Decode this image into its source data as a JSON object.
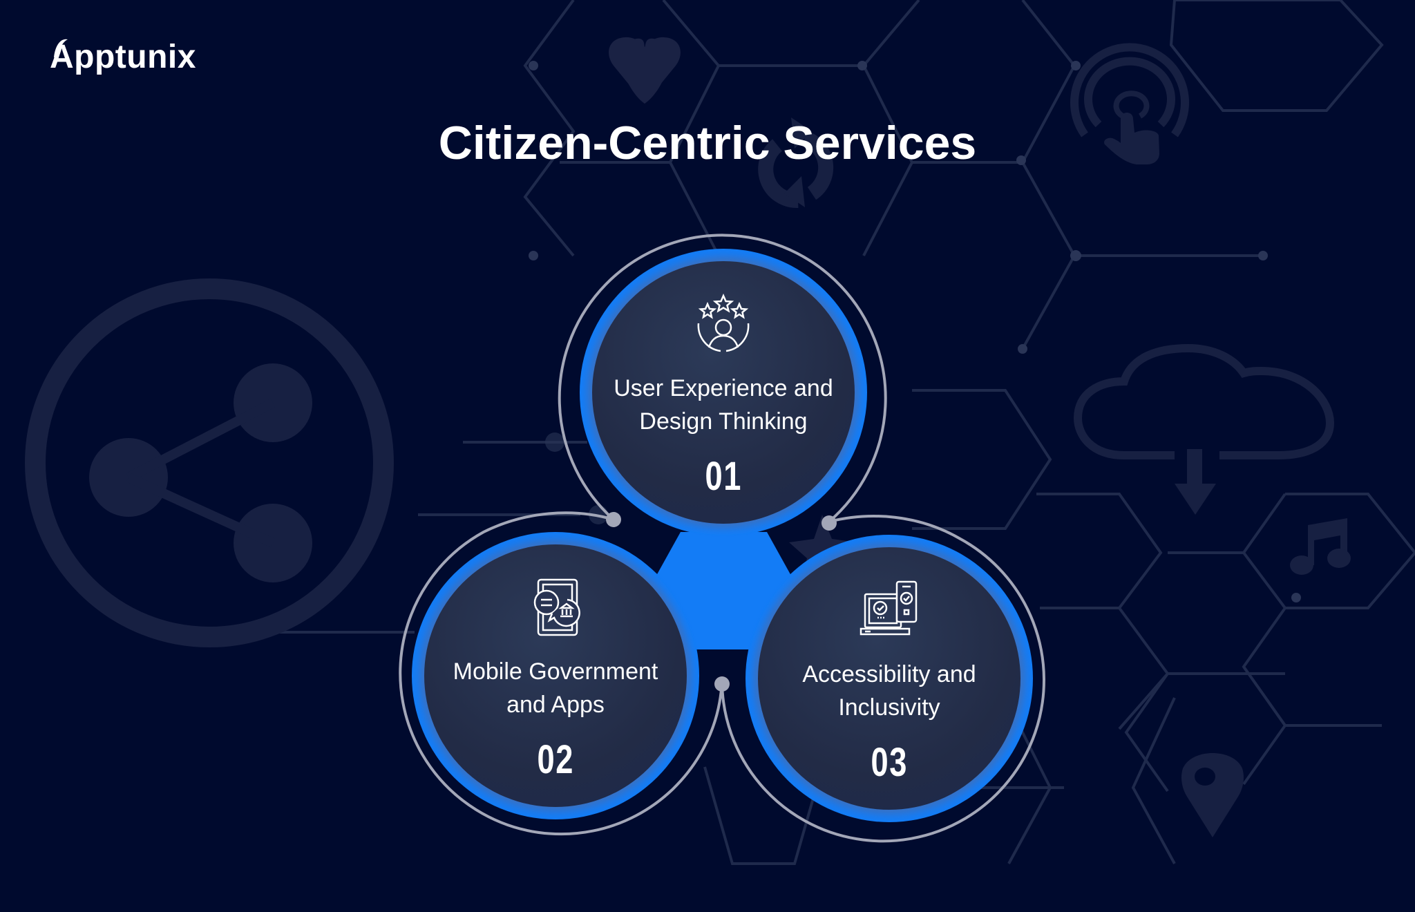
{
  "brand": {
    "logo_text": "Apptunix"
  },
  "header": {
    "title": "Citizen-Centric Services"
  },
  "colors": {
    "background": "#000a2e",
    "accent_blue": "#137cf6",
    "node_fill": "#26314d",
    "ring_gray": "#a3a7b8",
    "bg_icon": "#1a2244",
    "hex_line": "#1f2a4c"
  },
  "services": [
    {
      "number": "01",
      "label_line1": "User Experience and",
      "label_line2": "Design Thinking",
      "icon": "user-rating-stars-icon"
    },
    {
      "number": "02",
      "label_line1": "Mobile Government",
      "label_line2": "and Apps",
      "icon": "mobile-government-chat-icon"
    },
    {
      "number": "03",
      "label_line1": "Accessibility and",
      "label_line2": "Inclusivity",
      "icon": "laptop-phone-check-icon"
    }
  ],
  "background_icons": [
    "share-icon",
    "heart-icon",
    "refresh-icon",
    "tap-finger-icon",
    "cloud-download-icon",
    "music-note-icon",
    "location-pin-icon",
    "star-icon"
  ]
}
